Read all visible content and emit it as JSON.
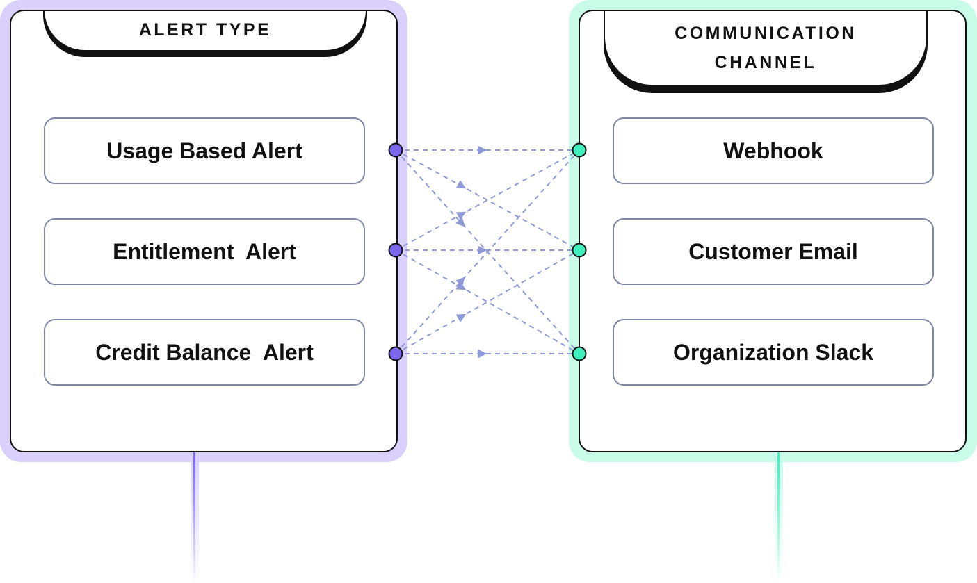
{
  "left_panel": {
    "title": "ALERT TYPE",
    "items": [
      {
        "label": "Usage Based Alert"
      },
      {
        "label": "Entitlement  Alert"
      },
      {
        "label": "Credit Balance  Alert"
      }
    ]
  },
  "right_panel": {
    "title_line1": "COMMUNICATION",
    "title_line2": "CHANNEL",
    "items": [
      {
        "label": "Webhook"
      },
      {
        "label": "Customer Email"
      },
      {
        "label": "Organization Slack"
      }
    ]
  },
  "colors": {
    "left_accent": "#d9d1fb",
    "left_port": "#7b68ee",
    "right_accent": "#c9fbe9",
    "right_port": "#3ef0be",
    "connector": "#8f99d9",
    "item_border": "#7f86a8",
    "outline": "#111111"
  },
  "connections": [
    {
      "from": 0,
      "to": 0
    },
    {
      "from": 0,
      "to": 1
    },
    {
      "from": 0,
      "to": 2
    },
    {
      "from": 1,
      "to": 0
    },
    {
      "from": 1,
      "to": 1
    },
    {
      "from": 1,
      "to": 2
    },
    {
      "from": 2,
      "to": 0
    },
    {
      "from": 2,
      "to": 1
    },
    {
      "from": 2,
      "to": 2
    }
  ]
}
